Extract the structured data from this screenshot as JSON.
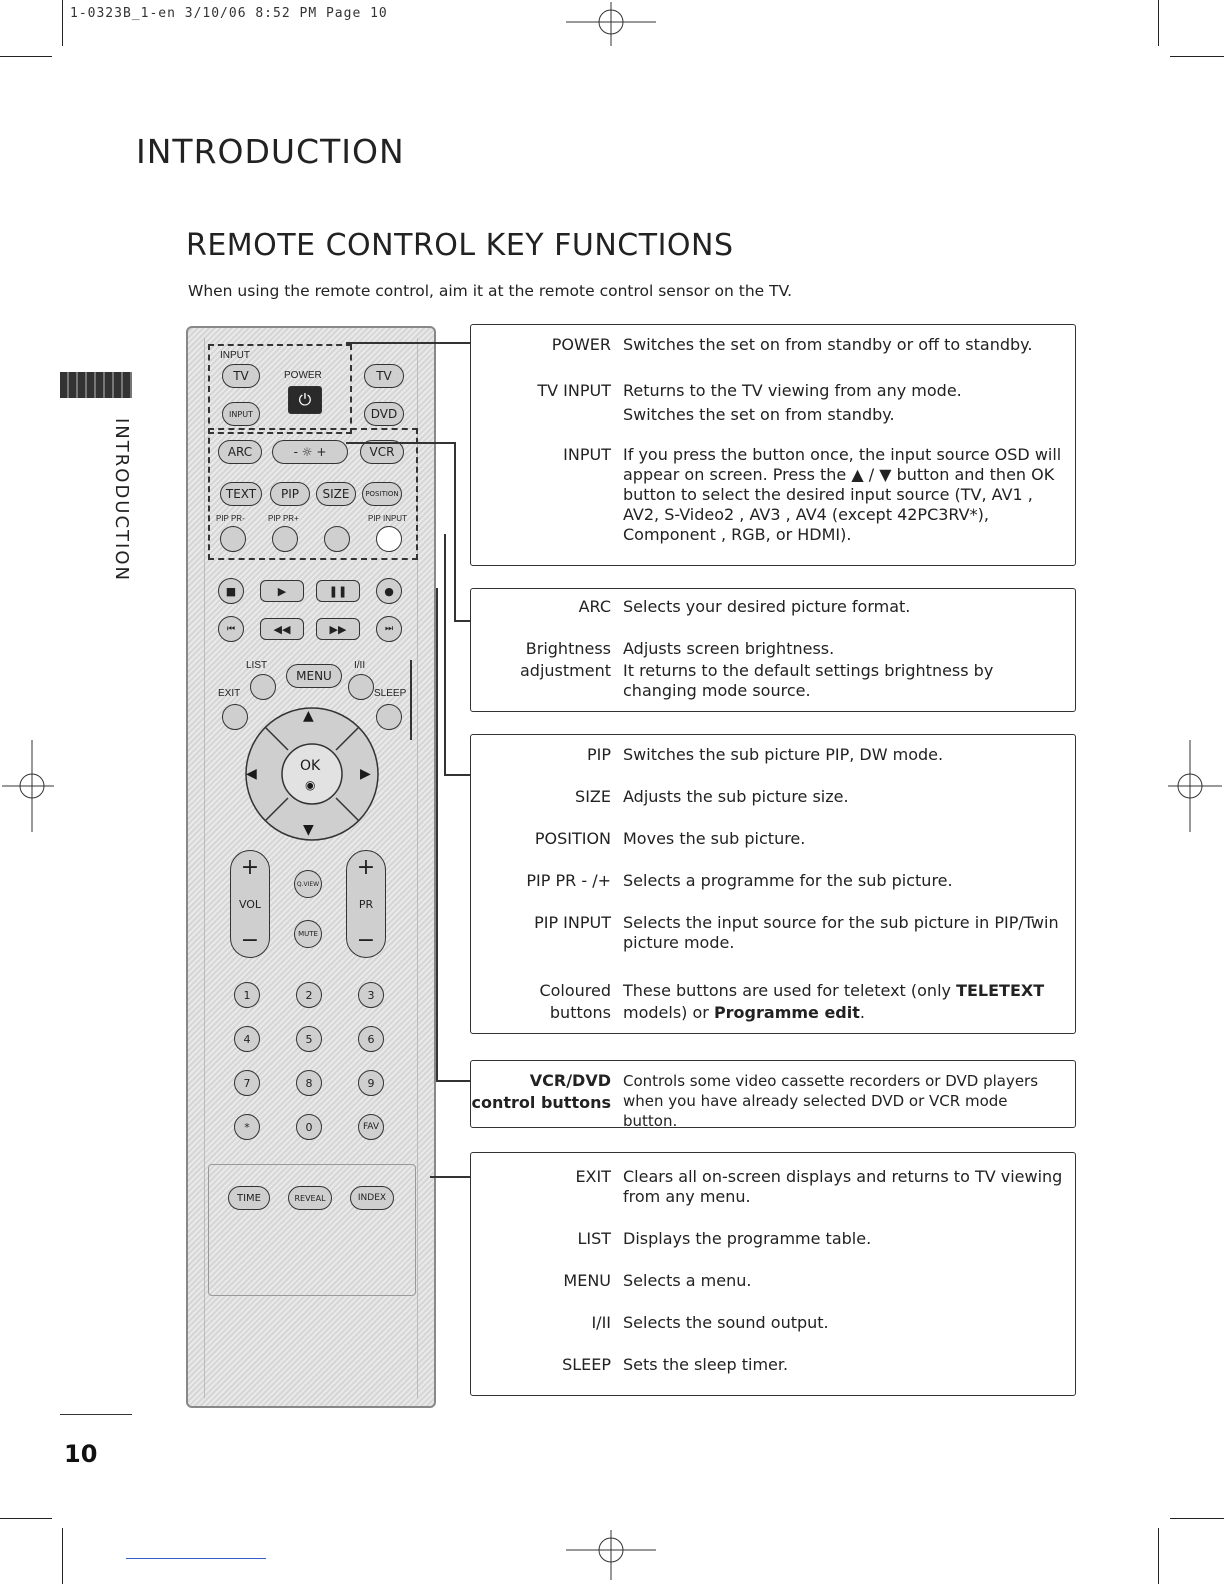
{
  "print_header": "1-0323B_1-en   3/10/06   8:52 PM   Page 10",
  "section_title": "INTRODUCTION",
  "side_label": "INTRODUCTION",
  "heading": "REMOTE CONTROL KEY FUNCTIONS",
  "intro": "When using the remote control, aim it at the remote control sensor on the TV.",
  "page_number": "10",
  "remote": {
    "input": "INPUT",
    "tv": "TV",
    "power": "POWER",
    "tv2": "TV",
    "input_btn": "INPUT",
    "dvd": "DVD",
    "arc": "ARC",
    "brightness": "- ☼ +",
    "vcr": "VCR",
    "text": "TEXT",
    "pip": "PIP",
    "size": "SIZE",
    "position": "POSITION",
    "pip_pr_minus": "PIP PR-",
    "pip_pr_plus": "PIP PR+",
    "pip_input": "PIP INPUT",
    "list": "LIST",
    "menu": "MENU",
    "i_ii": "I/II",
    "exit": "EXIT",
    "sleep": "SLEEP",
    "ok": "OK",
    "vol": "VOL",
    "pr": "PR",
    "qview": "Q.VIEW",
    "mute": "MUTE",
    "digits": [
      "1",
      "2",
      "3",
      "4",
      "5",
      "6",
      "7",
      "8",
      "9",
      "*",
      "0",
      "FAV"
    ],
    "time": "TIME",
    "reveal": "REVEAL",
    "index": "INDEX"
  },
  "boxes": {
    "power": [
      {
        "key": "POWER",
        "text": "Switches the set on from standby or off to standby."
      },
      {
        "key": "TV INPUT",
        "text": "Returns to the TV viewing from any mode.",
        "text2": "Switches the set on from standby."
      },
      {
        "key": "INPUT",
        "text": "If you press the button once, the input source OSD will appear on screen. Press the ▲ / ▼ button and then OK button to select the desired input source (TV, AV1 , AV2, S-Video2 , AV3 , AV4 (except 42PC3RV*), Component , RGB, or HDMI)."
      }
    ],
    "arc": [
      {
        "key": "ARC",
        "text": "Selects your desired picture format."
      },
      {
        "key": "Brightness",
        "key2": "adjustment",
        "text": "Adjusts screen brightness.",
        "text2": "It returns to the default settings brightness by changing mode source."
      }
    ],
    "pip": [
      {
        "key": "PIP",
        "text": "Switches the sub picture PIP, DW mode."
      },
      {
        "key": "SIZE",
        "text": "Adjusts the sub picture size."
      },
      {
        "key": "POSITION",
        "text": "Moves the sub picture."
      },
      {
        "key": "PIP PR - /+",
        "text": "Selects a programme for the sub picture."
      },
      {
        "key": "PIP INPUT",
        "text": "Selects the input source for the sub picture in PIP/Twin picture mode."
      },
      {
        "key": "Coloured",
        "key2": "buttons",
        "text_a": "These buttons are used for teletext (only ",
        "text_b": "TELETEXT",
        "text_c": " models) or ",
        "text_d": "Programme edit",
        "text_e": "."
      }
    ],
    "vcr": [
      {
        "key": "VCR/DVD",
        "key2": "control buttons",
        "text": "Controls some video cassette recorders or DVD players when you have already selected DVD or VCR mode button."
      }
    ],
    "exit": [
      {
        "key": "EXIT",
        "text": "Clears all on-screen displays and returns to TV viewing from any menu."
      },
      {
        "key": "LIST",
        "text": "Displays the programme table."
      },
      {
        "key": "MENU",
        "text": "Selects a menu."
      },
      {
        "key": "I/II",
        "text": "Selects the sound output."
      },
      {
        "key": "SLEEP",
        "text": "Sets the sleep timer."
      }
    ]
  }
}
